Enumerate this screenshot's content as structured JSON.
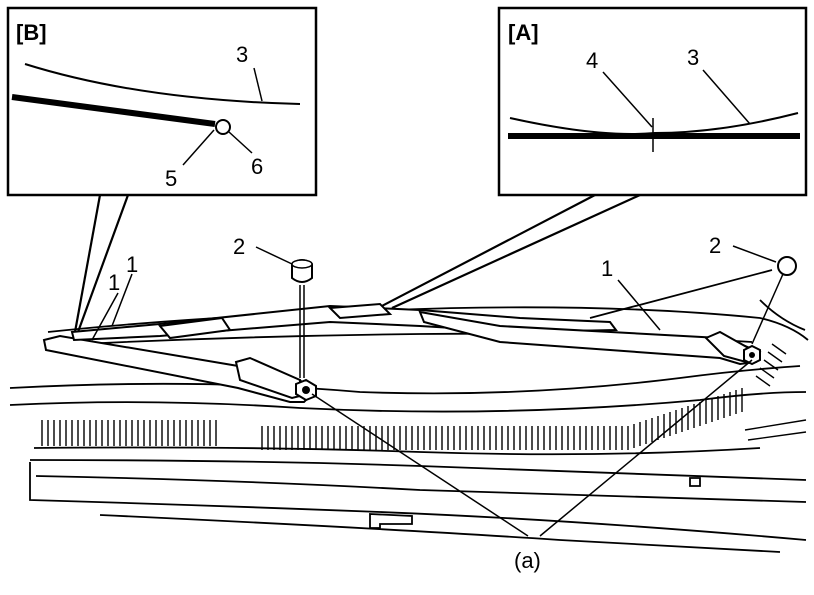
{
  "figure": {
    "inset_b": {
      "tag": "[B]",
      "callouts": {
        "curve": "3",
        "point": "5",
        "circle": "6"
      }
    },
    "inset_a": {
      "tag": "[A]",
      "callouts": {
        "mark": "4",
        "curve": "3"
      }
    },
    "main": {
      "arm_left_1": "1",
      "arm_left_1b": "1",
      "arm_right_1": "1",
      "cap_left_2": "2",
      "cap_right_2": "2",
      "nut_ref": "(a)"
    }
  }
}
